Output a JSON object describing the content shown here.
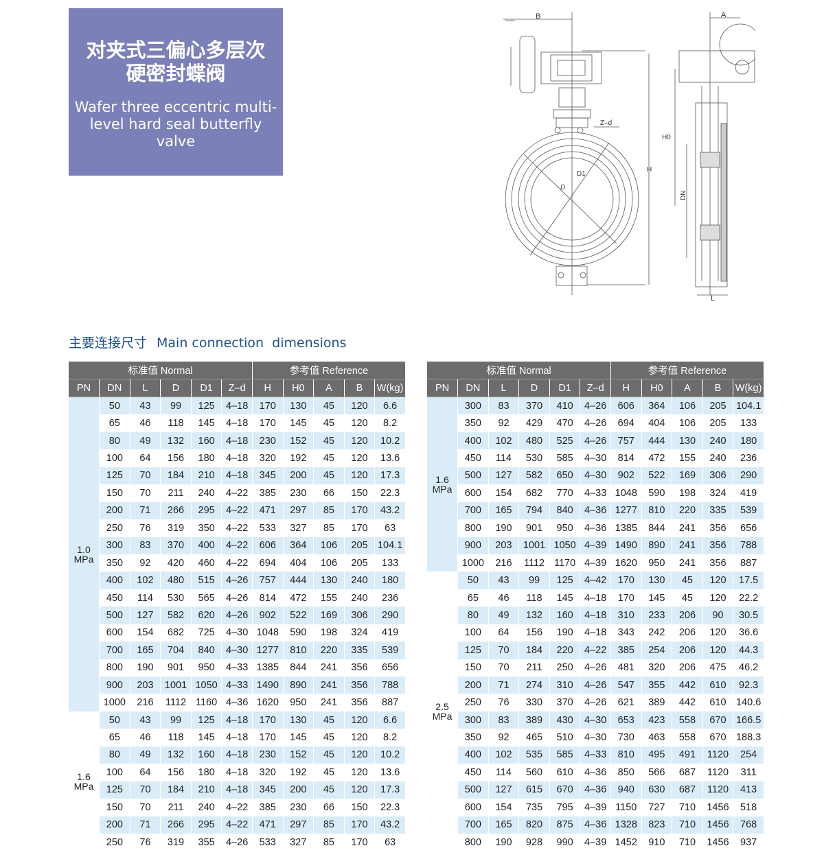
{
  "title": {
    "cn_line1": "对夹式三偏心多层次",
    "cn_line2": "硬密封蝶阀",
    "en_line1": "Wafer three eccentric multi-",
    "en_line2": "level hard seal butterfly valve"
  },
  "drawing_labels": {
    "B": "B",
    "A": "A",
    "Zd": "Z–d",
    "D1": "D1",
    "D": "D",
    "H": "H",
    "H0": "H0",
    "DN": "DN",
    "L": "L"
  },
  "section": {
    "title_cn": "主要连接尺寸",
    "title_en": "Main connection  dimensions"
  },
  "header": {
    "group_normal": "标准值 Normal",
    "group_reference": "参考值 Reference",
    "columns": [
      "PN",
      "DN",
      "L",
      "D",
      "D1",
      "Z–d",
      "H",
      "H0",
      "A",
      "B",
      "W(kg)"
    ]
  },
  "colors": {
    "header_bg": "#6c6c6c",
    "stripe": "#dbecf9",
    "title_bg": "#7b80b8",
    "section_title": "#1d4f91"
  },
  "tables": [
    {
      "groups": [
        {
          "pn_value": "1.0",
          "pn_unit": "MPa",
          "blue": true,
          "rows": [
            [
              "50",
              "43",
              "99",
              "125",
              "4–18",
              "170",
              "130",
              "45",
              "120",
              "6.6"
            ],
            [
              "65",
              "46",
              "118",
              "145",
              "4–18",
              "170",
              "145",
              "45",
              "120",
              "8.2"
            ],
            [
              "80",
              "49",
              "132",
              "160",
              "4–18",
              "230",
              "152",
              "45",
              "120",
              "10.2"
            ],
            [
              "100",
              "64",
              "156",
              "180",
              "4–18",
              "320",
              "192",
              "45",
              "120",
              "13.6"
            ],
            [
              "125",
              "70",
              "184",
              "210",
              "4–18",
              "345",
              "200",
              "45",
              "120",
              "17.3"
            ],
            [
              "150",
              "70",
              "211",
              "240",
              "4–22",
              "385",
              "230",
              "66",
              "150",
              "22.3"
            ],
            [
              "200",
              "71",
              "266",
              "295",
              "4–22",
              "471",
              "297",
              "85",
              "170",
              "43.2"
            ],
            [
              "250",
              "76",
              "319",
              "350",
              "4–22",
              "533",
              "327",
              "85",
              "170",
              "63"
            ],
            [
              "300",
              "83",
              "370",
              "400",
              "4–22",
              "606",
              "364",
              "106",
              "205",
              "104.1"
            ],
            [
              "350",
              "92",
              "420",
              "460",
              "4–22",
              "694",
              "404",
              "106",
              "205",
              "133"
            ],
            [
              "400",
              "102",
              "480",
              "515",
              "4–26",
              "757",
              "444",
              "130",
              "240",
              "180"
            ],
            [
              "450",
              "114",
              "530",
              "565",
              "4–26",
              "814",
              "472",
              "155",
              "240",
              "236"
            ],
            [
              "500",
              "127",
              "582",
              "620",
              "4–26",
              "902",
              "522",
              "169",
              "306",
              "290"
            ],
            [
              "600",
              "154",
              "682",
              "725",
              "4–30",
              "1048",
              "590",
              "198",
              "324",
              "419"
            ],
            [
              "700",
              "165",
              "704",
              "840",
              "4–30",
              "1277",
              "810",
              "220",
              "335",
              "539"
            ],
            [
              "800",
              "190",
              "901",
              "950",
              "4–33",
              "1385",
              "844",
              "241",
              "356",
              "656"
            ],
            [
              "900",
              "203",
              "1001",
              "1050",
              "4–33",
              "1490",
              "890",
              "241",
              "356",
              "788"
            ],
            [
              "1000",
              "216",
              "1112",
              "1160",
              "4–36",
              "1620",
              "950",
              "241",
              "356",
              "887"
            ]
          ]
        },
        {
          "pn_value": "1.6",
          "pn_unit": "MPa",
          "blue": false,
          "rows": [
            [
              "50",
              "43",
              "99",
              "125",
              "4–18",
              "170",
              "130",
              "45",
              "120",
              "6.6"
            ],
            [
              "65",
              "46",
              "118",
              "145",
              "4–18",
              "170",
              "145",
              "45",
              "120",
              "8.2"
            ],
            [
              "80",
              "49",
              "132",
              "160",
              "4–18",
              "230",
              "152",
              "45",
              "120",
              "10.2"
            ],
            [
              "100",
              "64",
              "156",
              "180",
              "4–18",
              "320",
              "192",
              "45",
              "120",
              "13.6"
            ],
            [
              "125",
              "70",
              "184",
              "210",
              "4–18",
              "345",
              "200",
              "45",
              "120",
              "17.3"
            ],
            [
              "150",
              "70",
              "211",
              "240",
              "4–22",
              "385",
              "230",
              "66",
              "150",
              "22.3"
            ],
            [
              "200",
              "71",
              "266",
              "295",
              "4–22",
              "471",
              "297",
              "85",
              "170",
              "43.2"
            ],
            [
              "250",
              "76",
              "319",
              "355",
              "4–26",
              "533",
              "327",
              "85",
              "170",
              "63"
            ]
          ]
        }
      ]
    },
    {
      "groups": [
        {
          "pn_value": "1.6",
          "pn_unit": "MPa",
          "blue": true,
          "rows": [
            [
              "300",
              "83",
              "370",
              "410",
              "4–26",
              "606",
              "364",
              "106",
              "205",
              "104.1"
            ],
            [
              "350",
              "92",
              "429",
              "470",
              "4–26",
              "694",
              "404",
              "106",
              "205",
              "133"
            ],
            [
              "400",
              "102",
              "480",
              "525",
              "4–26",
              "757",
              "444",
              "130",
              "240",
              "180"
            ],
            [
              "450",
              "114",
              "530",
              "585",
              "4–30",
              "814",
              "472",
              "155",
              "240",
              "236"
            ],
            [
              "500",
              "127",
              "582",
              "650",
              "4–30",
              "902",
              "522",
              "169",
              "306",
              "290"
            ],
            [
              "600",
              "154",
              "682",
              "770",
              "4–33",
              "1048",
              "590",
              "198",
              "324",
              "419"
            ],
            [
              "700",
              "165",
              "794",
              "840",
              "4–36",
              "1277",
              "810",
              "220",
              "335",
              "539"
            ],
            [
              "800",
              "190",
              "901",
              "950",
              "4–36",
              "1385",
              "844",
              "241",
              "356",
              "656"
            ],
            [
              "900",
              "203",
              "1001",
              "1050",
              "4–39",
              "1490",
              "890",
              "241",
              "356",
              "788"
            ],
            [
              "1000",
              "216",
              "1112",
              "1170",
              "4–39",
              "1620",
              "950",
              "241",
              "356",
              "887"
            ]
          ]
        },
        {
          "pn_value": "2.5",
          "pn_unit": "MPa",
          "blue": false,
          "rows": [
            [
              "50",
              "43",
              "99",
              "125",
              "4–42",
              "170",
              "130",
              "45",
              "120",
              "17.5"
            ],
            [
              "65",
              "46",
              "118",
              "145",
              "4–18",
              "170",
              "145",
              "45",
              "120",
              "22.2"
            ],
            [
              "80",
              "49",
              "132",
              "160",
              "4–18",
              "310",
              "233",
              "206",
              "90",
              "30.5"
            ],
            [
              "100",
              "64",
              "156",
              "190",
              "4–18",
              "343",
              "242",
              "206",
              "120",
              "36.6"
            ],
            [
              "125",
              "70",
              "184",
              "220",
              "4–22",
              "385",
              "254",
              "206",
              "120",
              "44.3"
            ],
            [
              "150",
              "70",
              "211",
              "250",
              "4–26",
              "481",
              "320",
              "206",
              "475",
              "46.2"
            ],
            [
              "200",
              "71",
              "274",
              "310",
              "4–26",
              "547",
              "355",
              "442",
              "610",
              "92.3"
            ],
            [
              "250",
              "76",
              "330",
              "370",
              "4–26",
              "621",
              "389",
              "442",
              "610",
              "140.6"
            ],
            [
              "300",
              "83",
              "389",
              "430",
              "4–30",
              "653",
              "423",
              "558",
              "670",
              "166.5"
            ],
            [
              "350",
              "92",
              "465",
              "510",
              "4–30",
              "730",
              "463",
              "558",
              "670",
              "188.3"
            ],
            [
              "400",
              "102",
              "535",
              "585",
              "4–33",
              "810",
              "495",
              "491",
              "1120",
              "254"
            ],
            [
              "450",
              "114",
              "560",
              "610",
              "4–36",
              "850",
              "566",
              "687",
              "1120",
              "311"
            ],
            [
              "500",
              "127",
              "615",
              "670",
              "4–36",
              "940",
              "630",
              "687",
              "1120",
              "413"
            ],
            [
              "600",
              "154",
              "735",
              "795",
              "4–39",
              "1150",
              "727",
              "710",
              "1456",
              "518"
            ],
            [
              "700",
              "165",
              "820",
              "875",
              "4–36",
              "1328",
              "823",
              "710",
              "1456",
              "768"
            ],
            [
              "800",
              "190",
              "928",
              "990",
              "4–39",
              "1452",
              "910",
              "710",
              "1456",
              "937"
            ]
          ]
        }
      ]
    }
  ]
}
